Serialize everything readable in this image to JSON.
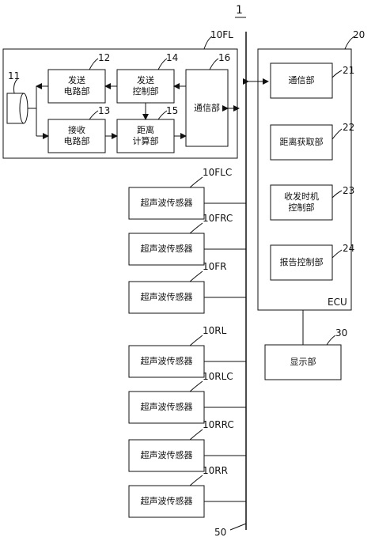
{
  "figure_ref": "1",
  "front_unit": {
    "ref": "10FL",
    "transducer_ref": "11",
    "tx_circuit": {
      "ref": "12",
      "label": "发送\n电路部"
    },
    "tx_control": {
      "ref": "14",
      "label": "发送\n控制部"
    },
    "rx_circuit": {
      "ref": "13",
      "label": "接收\n电路部"
    },
    "distance_calc": {
      "ref": "15",
      "label": "距离\n计算部"
    },
    "comm": {
      "ref": "16",
      "label": "通信部"
    }
  },
  "ecu": {
    "ref": "20",
    "name": "ECU",
    "blocks": [
      {
        "ref": "21",
        "label": "通信部"
      },
      {
        "ref": "22",
        "label": "距离获取部"
      },
      {
        "ref": "23",
        "label": "收发时机\n控制部"
      },
      {
        "ref": "24",
        "label": "报告控制部"
      }
    ]
  },
  "display": {
    "ref": "30",
    "label": "显示部"
  },
  "bus_ref": "50",
  "sensors": [
    {
      "ref": "10FLC",
      "label": "超声波传感器"
    },
    {
      "ref": "10FRC",
      "label": "超声波传感器"
    },
    {
      "ref": "10FR",
      "label": "超声波传感器"
    },
    {
      "ref": "10RL",
      "label": "超声波传感器"
    },
    {
      "ref": "10RLC",
      "label": "超声波传感器"
    },
    {
      "ref": "10RRC",
      "label": "超声波传感器"
    },
    {
      "ref": "10RR",
      "label": "超声波传感器"
    }
  ]
}
